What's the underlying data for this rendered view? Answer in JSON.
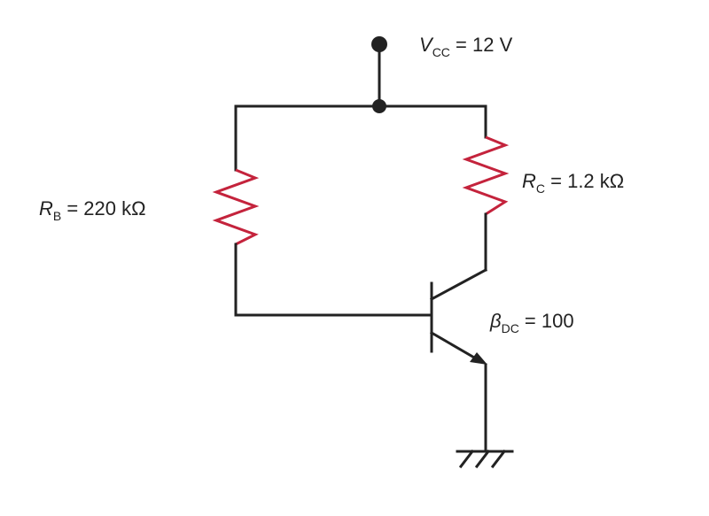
{
  "colors": {
    "wire": "#222222",
    "resistor": "#c4233c"
  },
  "labels": {
    "vcc": {
      "symbol": "V",
      "subscript": "CC",
      "value": " = 12 V"
    },
    "rb": {
      "symbol": "R",
      "subscript": "B",
      "value": " = 220 kΩ"
    },
    "rc": {
      "symbol": "R",
      "subscript": "C",
      "value": " = 1.2 kΩ"
    },
    "beta": {
      "symbol": "β",
      "subscript": "DC",
      "value": " = 100"
    }
  },
  "components": [
    {
      "id": "supply",
      "kind": "dc-voltage-source-terminal"
    },
    {
      "id": "rb",
      "kind": "resistor"
    },
    {
      "id": "rc",
      "kind": "resistor"
    },
    {
      "id": "q1",
      "kind": "npn-transistor"
    },
    {
      "id": "gnd",
      "kind": "ground"
    }
  ]
}
